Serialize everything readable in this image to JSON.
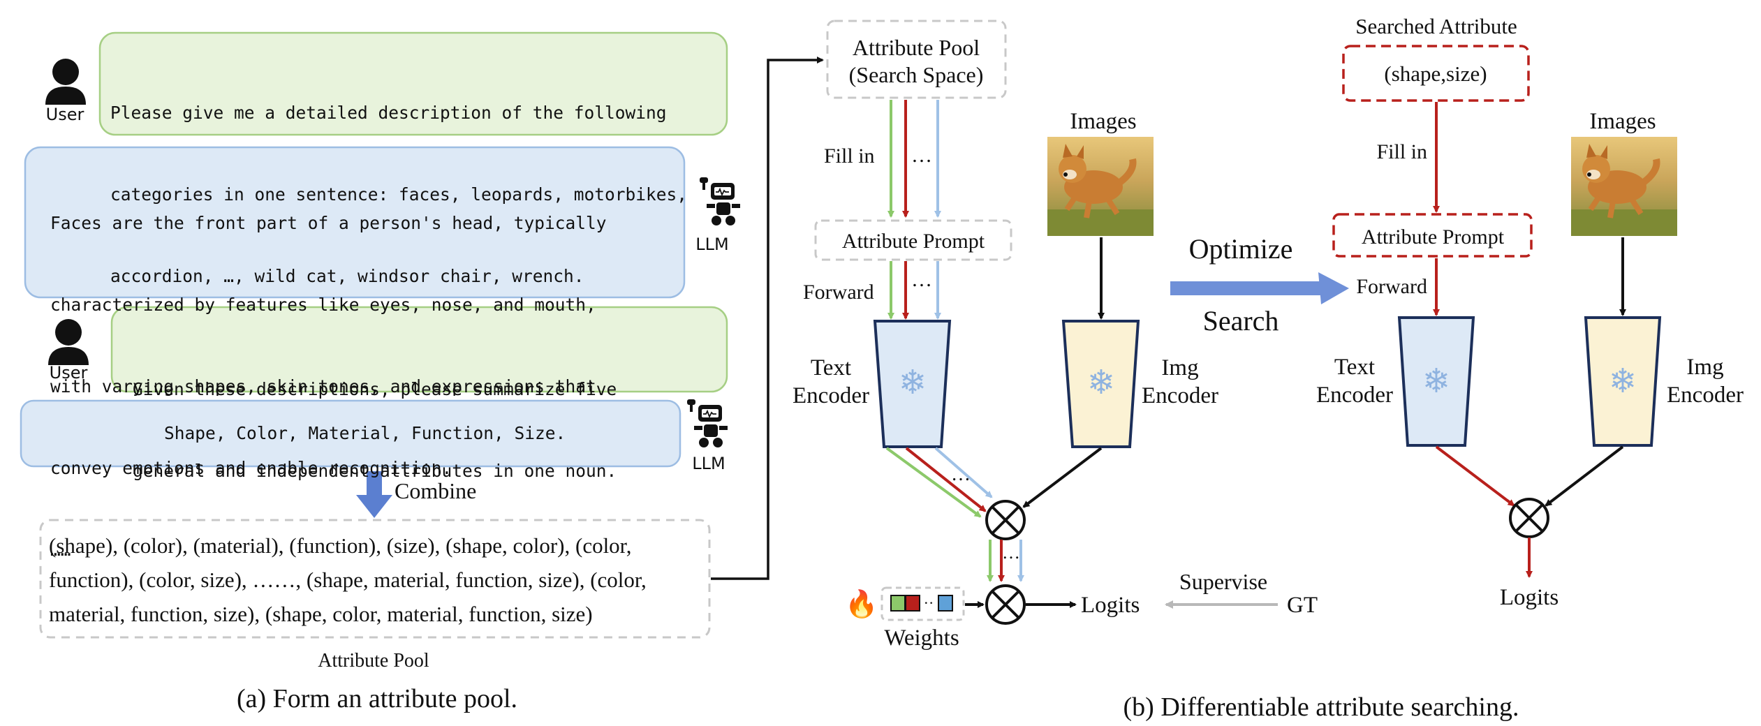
{
  "panel_a": {
    "user_label": "User",
    "llm_label": "LLM",
    "user_msg_1": [
      "Please give me a detailed description of the following",
      "categories in one sentence: faces, leopards, motorbikes,",
      "accordion, …, wild cat, windsor chair, wrench."
    ],
    "llm_msg_1": [
      "Faces are the front part of a person's head, typically",
      "characterized by features like eyes, nose, and mouth,",
      "with varying shapes, skin tones, and expressions that",
      "convey emotions and enable recognition.",
      "……"
    ],
    "user_msg_2": [
      "Given these descriptions, please summarize five",
      "general and independent attributes in one noun."
    ],
    "llm_msg_2": "Shape, Color, Material, Function, Size.",
    "combine_label": "Combine",
    "pool_lines": [
      "(shape), (color), (material), (function), (size), (shape, color), (color,",
      "function), (color, size), ……, (shape, material, function, size), (color,",
      "material, function, size), (shape, color, material, function, size)"
    ],
    "pool_caption": "Attribute Pool",
    "caption": "(a) Form an attribute pool."
  },
  "panel_b": {
    "pool_box_line1": "Attribute Pool",
    "pool_box_line2": "(Search Space)",
    "fill_in": "Fill in",
    "ellipsis": "…",
    "attr_prompt": "Attribute Prompt",
    "forward": "Forward",
    "images": "Images",
    "text_encoder_1": "Text",
    "text_encoder_2": "Encoder",
    "img_encoder_1": "Img",
    "img_encoder_2": "Encoder",
    "weights": "Weights",
    "logits": "Logits",
    "supervise": "Supervise",
    "gt": "GT",
    "optimize": "Optimize",
    "search": "Search",
    "searched_title": "Searched Attribute",
    "searched_value": "(shape,size)",
    "caption": "(b) Differentiable attribute searching."
  },
  "colors": {
    "green_box": "#e8f3dc",
    "green_border": "#a6cf84",
    "blue_box": "#dde9f6",
    "blue_border": "#9dbde3",
    "red": "#b8201c",
    "green_arrow": "#8cc96a",
    "light_blue_arrow": "#9fc1e6",
    "text_encoder_fill": "#dde9f6",
    "img_encoder_fill": "#fbf2d4",
    "encoder_border": "#1c2f5a",
    "optimize_arrow": "#6f90d8"
  }
}
